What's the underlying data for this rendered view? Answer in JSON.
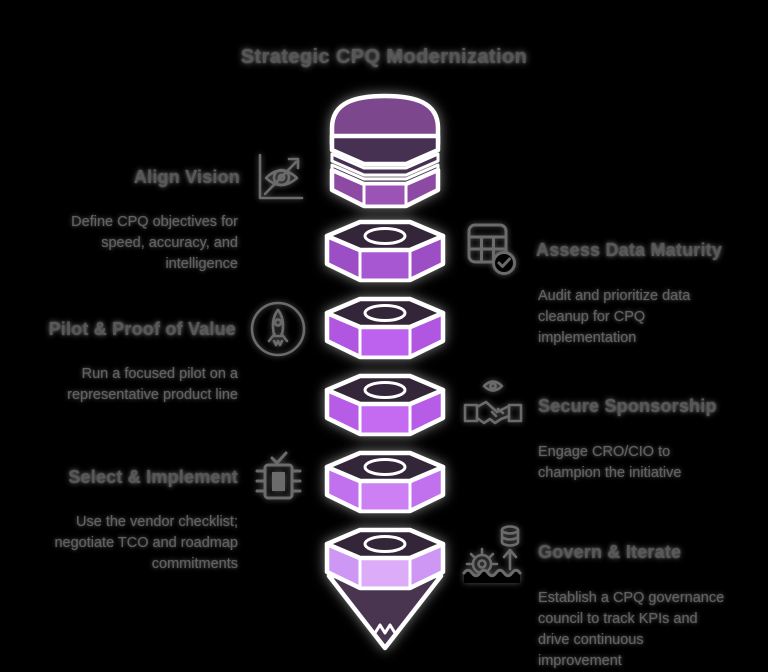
{
  "title": "Strategic CPQ Modernization",
  "colors": {
    "background": "#000000",
    "heading_text": "#585858",
    "body_text": "#606060",
    "icon_stroke": "#6b6b6b",
    "outline": "#ffffff"
  },
  "steps": {
    "left": [
      {
        "heading": "Align Vision",
        "description": "Define CPQ objectives for speed, accuracy, and intelligence",
        "icon": "vision-eye-icon"
      },
      {
        "heading": "Pilot & Proof of Value",
        "description": "Run a focused pilot on a representative product line",
        "icon": "rocket-circle-icon"
      },
      {
        "heading": "Select & Implement",
        "description": "Use the vendor checklist; negotiate TCO and roadmap commitments",
        "icon": "chip-checklist-icon"
      }
    ],
    "right": [
      {
        "heading": "Assess Data Maturity",
        "description": "Audit and prioritize data cleanup for CPQ implementation",
        "icon": "data-grid-check-icon"
      },
      {
        "heading": "Secure Sponsorship",
        "description": "Engage CRO/CIO to champion the initiative",
        "icon": "handshake-eye-icon"
      },
      {
        "heading": "Govern & Iterate",
        "description": "Establish a CPQ governance council to track KPIs and drive continuous improvement",
        "icon": "gear-data-waves-icon"
      }
    ]
  },
  "pencil": {
    "eraser_top": "#7d478e",
    "band": "#463153",
    "collar_side": "#8d4aa4",
    "collar_front": "#9b54b6",
    "segment_top": "#332639",
    "segments": [
      {
        "side": "#9c4fc5",
        "front": "#a857d2"
      },
      {
        "side": "#b156e0",
        "front": "#bd62ee"
      },
      {
        "side": "#b75ce7",
        "front": "#c46bf1"
      },
      {
        "side": "#c170ee",
        "front": "#cd80f4"
      },
      {
        "side": "#cf97f4",
        "front": "#dcacf9"
      }
    ],
    "tip": "#4a3550"
  }
}
